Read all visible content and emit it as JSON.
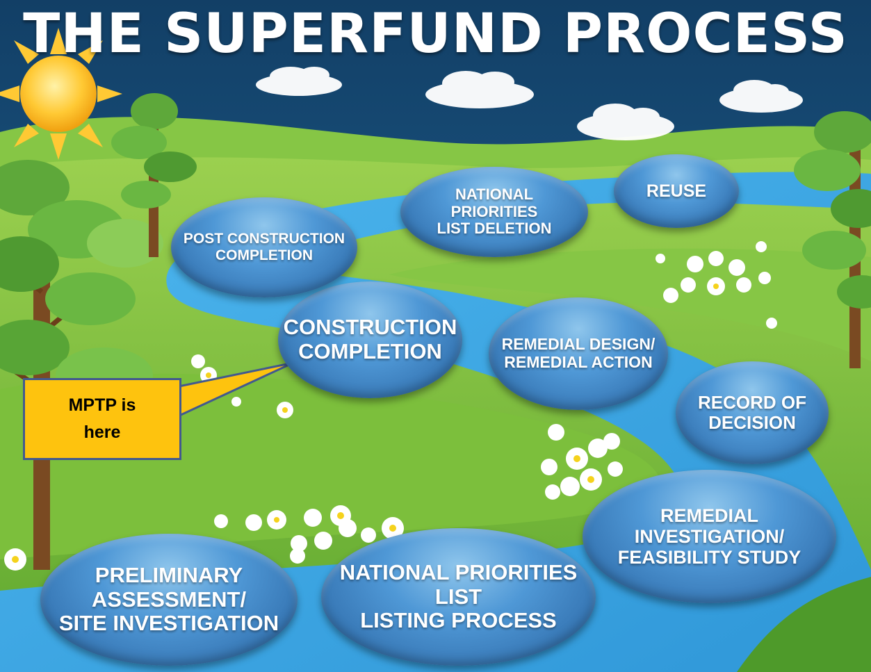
{
  "title": "THE SUPERFUND PROCESS",
  "colors": {
    "sky": "#1c5a88",
    "grass": "#7cc23e",
    "river": "#3aa8e4",
    "bubble": "#3e82c4",
    "callout_fill": "#fec30e",
    "callout_border": "#42598f"
  },
  "stages": [
    {
      "id": "pa-si",
      "label": "PRELIMINARY ASSESSMENT/\nSITE INVESTIGATION"
    },
    {
      "id": "npl-listing",
      "label": "NATIONAL PRIORITIES LIST\nLISTING PROCESS"
    },
    {
      "id": "ri-fs",
      "label": "REMEDIAL INVESTIGATION/\nFEASIBILITY STUDY"
    },
    {
      "id": "rod",
      "label": "RECORD OF\nDECISION"
    },
    {
      "id": "rd-ra",
      "label": "REMEDIAL DESIGN/\nREMEDIAL ACTION"
    },
    {
      "id": "cc",
      "label": "CONSTRUCTION\nCOMPLETION"
    },
    {
      "id": "pcc",
      "label": "POST CONSTRUCTION\nCOMPLETION"
    },
    {
      "id": "npl-deletion",
      "label": "NATIONAL\nPRIORITIES\nLIST DELETION"
    },
    {
      "id": "reuse",
      "label": "REUSE"
    }
  ],
  "callout": {
    "text": "MPTP is\nhere",
    "points_to": "CONSTRUCTION COMPLETION"
  }
}
